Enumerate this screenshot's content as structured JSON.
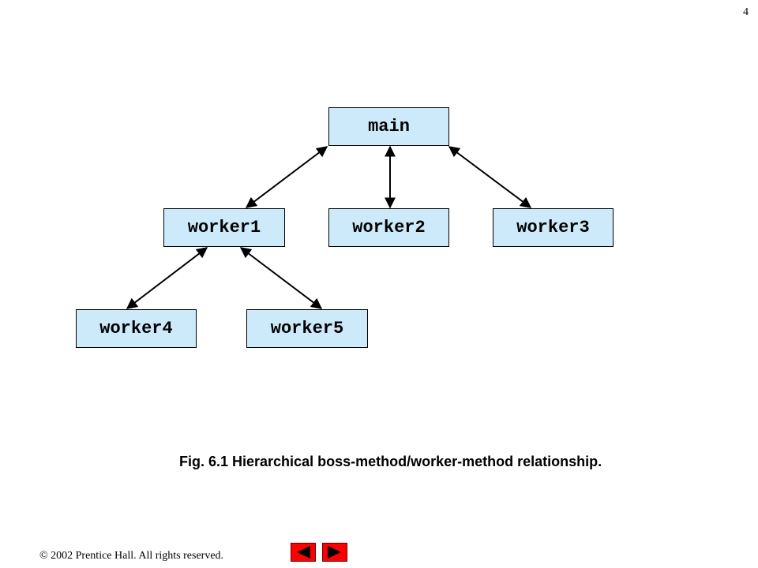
{
  "slide": {
    "page_number": "4",
    "caption": "Fig. 6.1  Hierarchical boss-method/worker-method relationship.",
    "copyright": "© 2002 Prentice Hall.  All rights reserved."
  },
  "diagram": {
    "nodes": {
      "main": "main",
      "worker1": "worker1",
      "worker2": "worker2",
      "worker3": "worker3",
      "worker4": "worker4",
      "worker5": "worker5"
    },
    "connections": [
      [
        "main",
        "worker1"
      ],
      [
        "main",
        "worker2"
      ],
      [
        "main",
        "worker3"
      ],
      [
        "worker1",
        "worker4"
      ],
      [
        "worker1",
        "worker5"
      ]
    ]
  },
  "navigation": {
    "prev_icon": "left-arrow-icon",
    "next_icon": "right-arrow-icon",
    "button_color": "#ff0000",
    "node_fill": "#cdeafa"
  }
}
